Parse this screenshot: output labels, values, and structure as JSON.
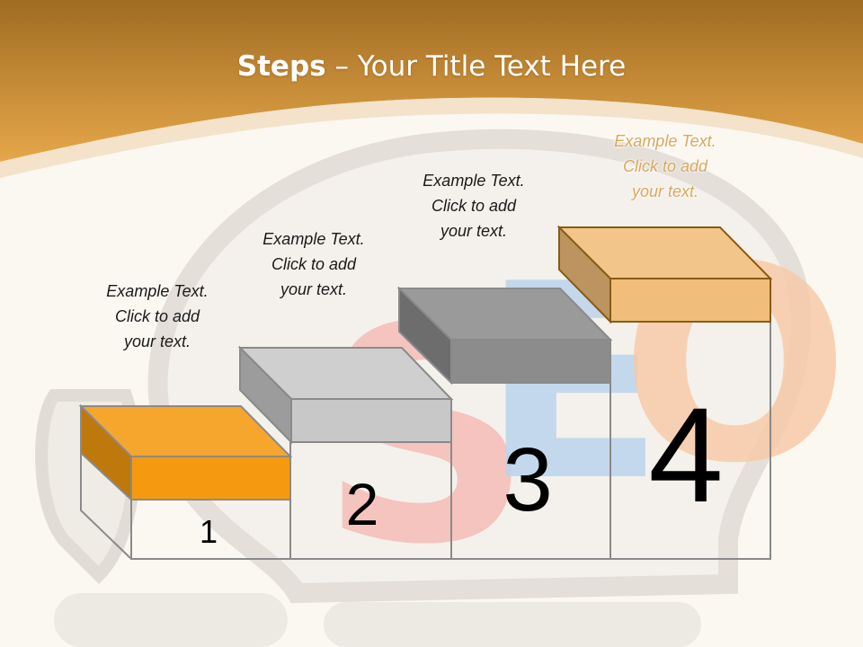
{
  "title": {
    "bold": "Steps",
    "rest": " – Your Title Text Here"
  },
  "colors": {
    "header_top": "#a06c22",
    "header_bottom": "#e6a74a",
    "step1": "#f59a10",
    "step2": "#c8c8c8",
    "step3": "#8c8c8c",
    "step4": "#f0be7a"
  },
  "steps": [
    {
      "number": "1",
      "lines": [
        "Example Text.",
        "Click  to add",
        "your text."
      ]
    },
    {
      "number": "2",
      "lines": [
        "Example Text.",
        "Click  to add",
        "your text."
      ]
    },
    {
      "number": "3",
      "lines": [
        "Example Text.",
        "Click  to add",
        "your text."
      ]
    },
    {
      "number": "4",
      "lines": [
        "Example Text.",
        "Click  to add",
        "your text."
      ]
    }
  ],
  "background": {
    "letters": [
      "S",
      "E",
      "O"
    ]
  }
}
